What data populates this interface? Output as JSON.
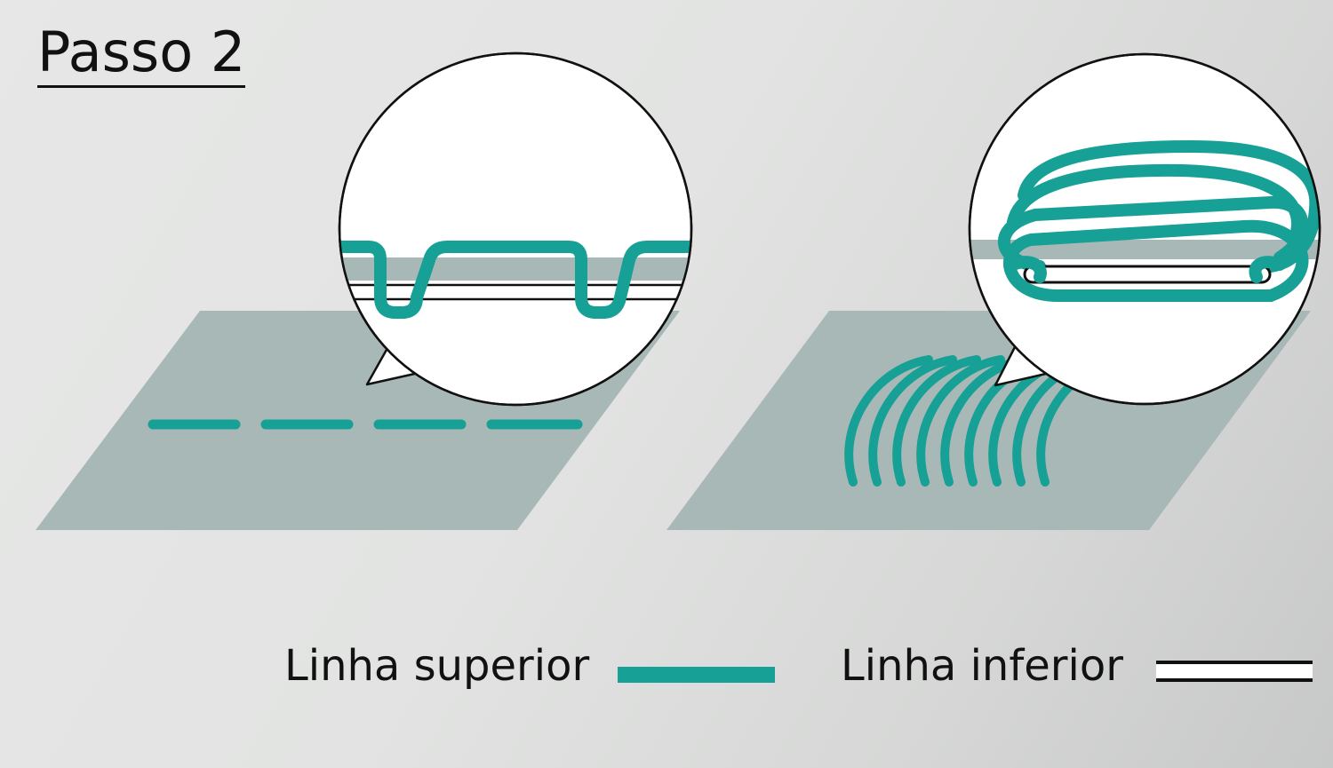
{
  "title": "Passo 2",
  "legend": {
    "upper_label": "Linha superior",
    "lower_label": "Linha inferior"
  },
  "colors": {
    "thread_upper": "#17a095",
    "thread_lower_fill": "#ffffff",
    "thread_lower_outline": "#111111",
    "fabric": "#a8b8b6",
    "bubble_fill": "#ffffff",
    "outline": "#111111"
  },
  "icons": [
    "lockstitch-diagram",
    "overlock-stitch-diagram",
    "magnifier-bubble"
  ]
}
